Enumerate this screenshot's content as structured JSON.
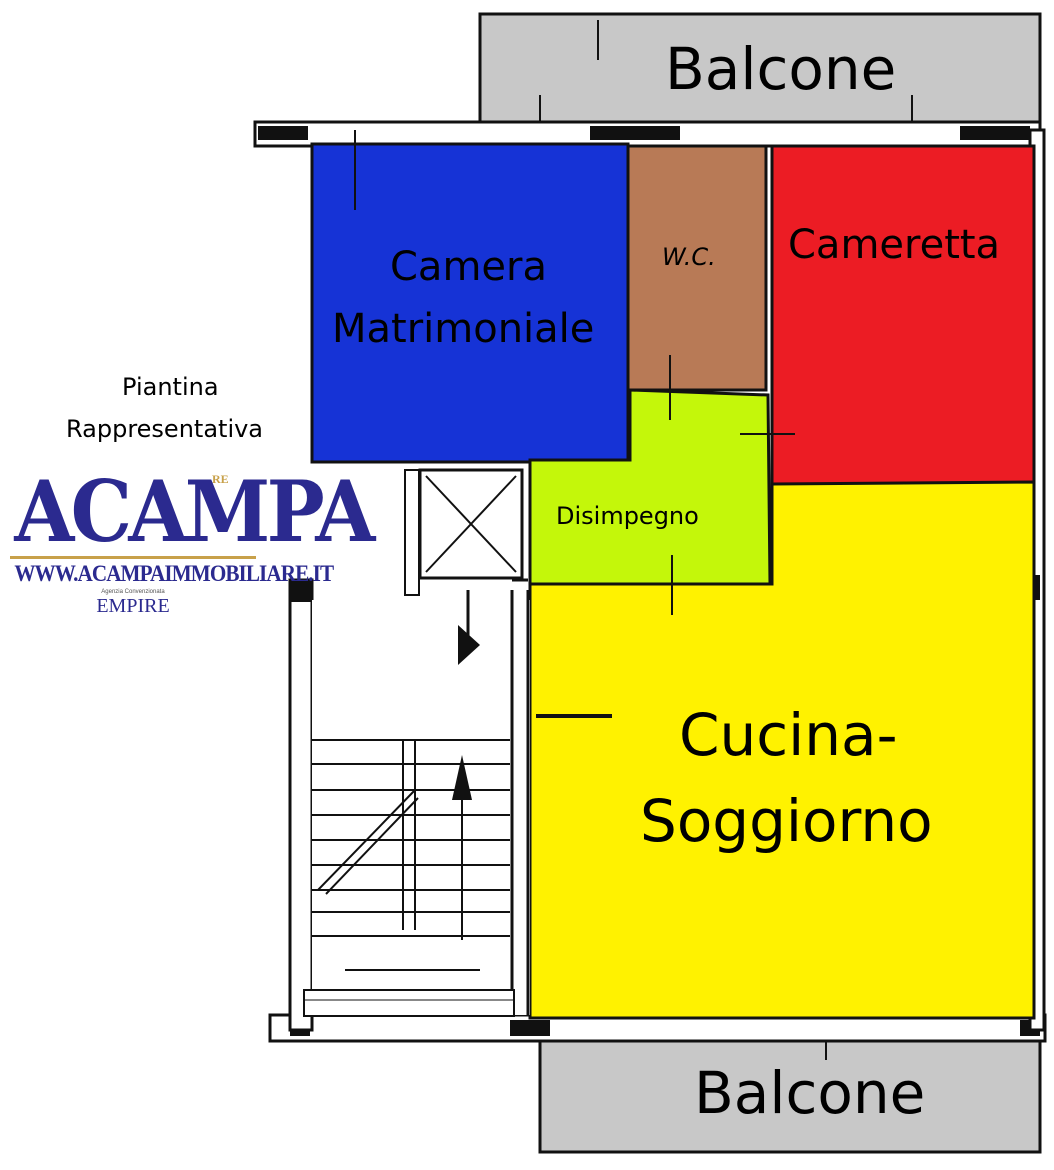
{
  "rooms": {
    "balcone_top": "Balcone",
    "camera_line1": "Camera",
    "camera_line2": "Matrimoniale",
    "wc": "W.C.",
    "cameretta": "Cameretta",
    "disimpegno": "Disimpegno",
    "cucina_line1": "Cucina-",
    "cucina_line2": "Soggiorno",
    "balcone_bottom": "Balcone"
  },
  "note": {
    "line1": "Piantina",
    "line2": "Rappresentativa"
  },
  "logo": {
    "name": "ACAMPA",
    "superscript": "RE",
    "url": "WWW.ACAMPAIMMOBILIARE.IT",
    "affiliation": "Agenzia Convenzionata",
    "brand": "EMPIRE"
  },
  "colors": {
    "camera": "#1633d6",
    "wc": "#b87a56",
    "cameretta": "#ec1c24",
    "disimpegno": "#c4f70a",
    "cucina": "#fff200",
    "balcone": "#c8c8c8",
    "wall": "#111111",
    "logo_blue": "#2b2a8f",
    "logo_gold": "#c8a14a"
  }
}
